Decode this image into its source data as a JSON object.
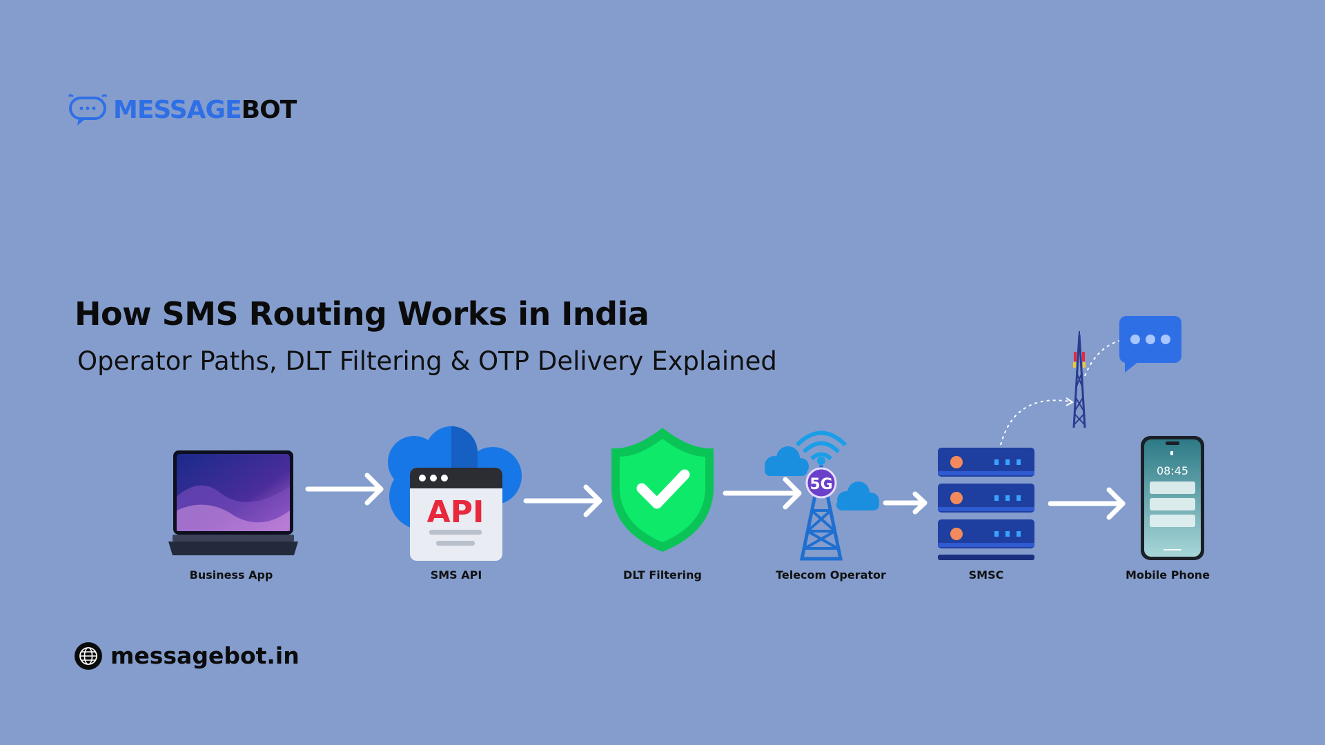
{
  "logo": {
    "brand_part1": "MESSAGE",
    "brand_part2": "BOT"
  },
  "header": {
    "title": "How SMS Routing Works in India",
    "subtitle": "Operator Paths, DLT Filtering & OTP Delivery Explained"
  },
  "flow": {
    "steps": [
      {
        "label": "Business App",
        "icon": "laptop-icon"
      },
      {
        "label": "SMS API",
        "icon": "cloud-api-icon"
      },
      {
        "label": "DLT Filtering",
        "icon": "shield-check-icon"
      },
      {
        "label": "Telecom Operator",
        "icon": "tower-5g-icon"
      },
      {
        "label": "SMSC",
        "icon": "server-stack-icon"
      },
      {
        "label": "Mobile Phone",
        "icon": "smartphone-icon"
      }
    ],
    "api_badge": "API",
    "network_badge": "5G",
    "phone_time": "08:45"
  },
  "footer": {
    "url": "messagebot.in",
    "icon": "globe-icon"
  },
  "colors": {
    "background": "#849dcd",
    "brand_blue": "#2f6fe6",
    "shield_green": "#0fe96a",
    "api_red": "#e8283c",
    "server_blue": "#1f3fa0"
  }
}
